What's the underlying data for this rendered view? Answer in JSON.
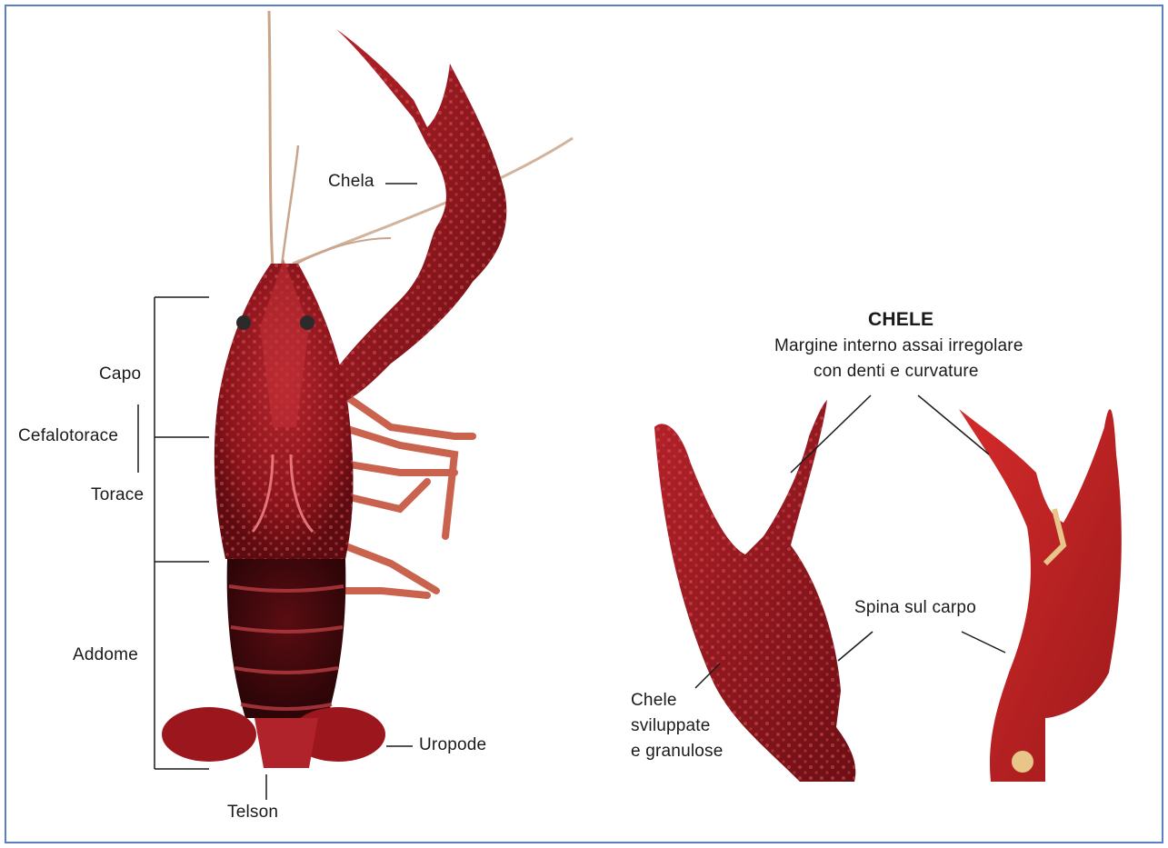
{
  "figure": {
    "border_color": "#5b7fc4",
    "crayfish_color": "#a11a22",
    "labels": {
      "chela": "Chela",
      "capo": "Capo",
      "cefalotorace": "Cefalotorace",
      "torace": "Torace",
      "addome": "Addome",
      "uropode": "Uropode",
      "telson": "Telson"
    },
    "claws_panel": {
      "title": "CHELE",
      "margin_line1": "Margine interno assai irregolare",
      "margin_line2": "con denti e curvature",
      "spina": "Spina sul carpo",
      "chele_line1": "Chele",
      "chele_line2": "sviluppate",
      "chele_line3": "e granulose"
    }
  }
}
